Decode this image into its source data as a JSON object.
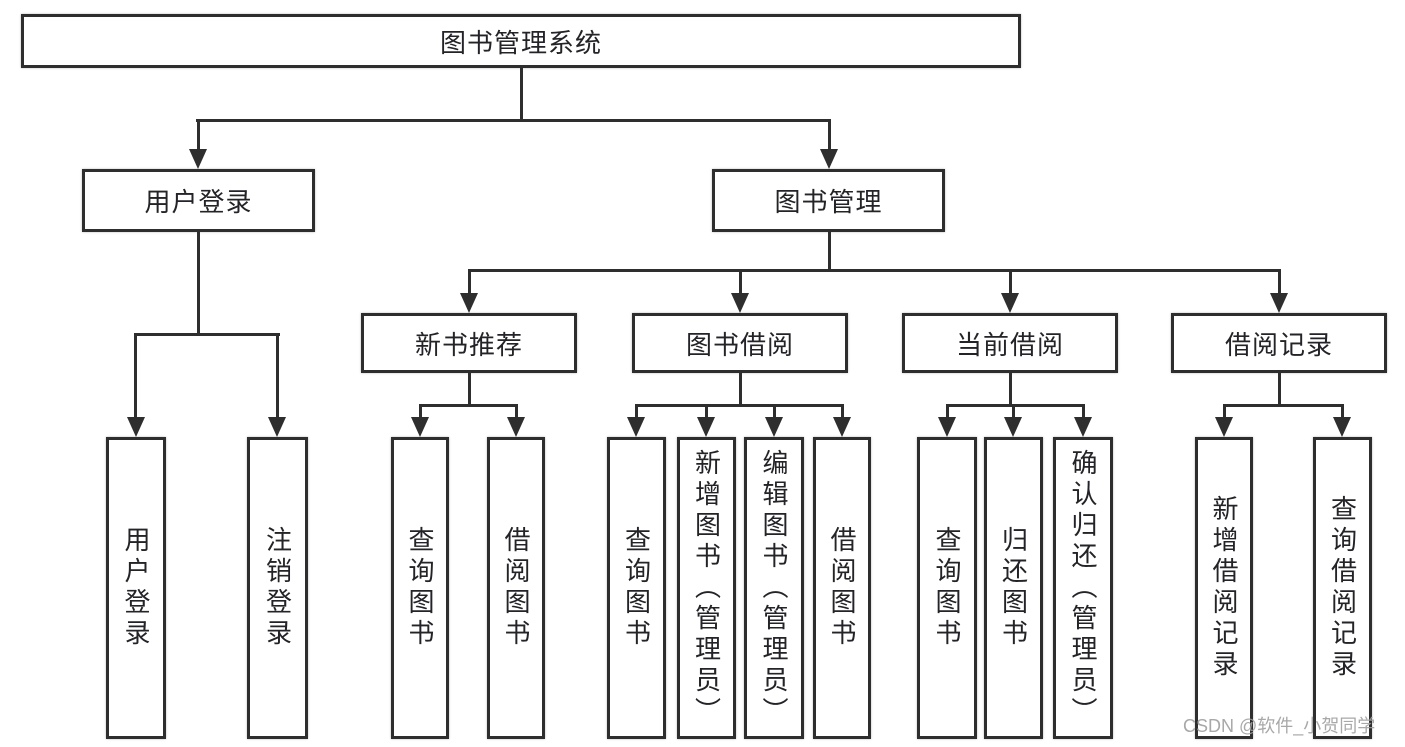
{
  "diagram": {
    "type": "hierarchy-tree",
    "colors": {
      "line": "#2e2e2e",
      "box_border": "#2e2e2e",
      "box_fill": "#ffffff",
      "text": "#232328",
      "watermark": "#9e9e9e",
      "background": "#ffffff"
    },
    "root": {
      "label": "图书管理系统"
    },
    "branches": [
      {
        "label": "用户登录",
        "children": [
          {
            "label": "用户登录"
          },
          {
            "label": "注销登录"
          }
        ]
      },
      {
        "label": "图书管理",
        "children": [
          {
            "label": "新书推荐",
            "children": [
              {
                "label": "查询图书"
              },
              {
                "label": "借阅图书"
              }
            ]
          },
          {
            "label": "图书借阅",
            "children": [
              {
                "label": "查询图书"
              },
              {
                "label": "新增图书（管理员）"
              },
              {
                "label": "编辑图书（管理员）"
              },
              {
                "label": "借阅图书"
              }
            ]
          },
          {
            "label": "当前借阅",
            "children": [
              {
                "label": "查询图书"
              },
              {
                "label": "归还图书"
              },
              {
                "label": "确认归还（管理员）"
              }
            ]
          },
          {
            "label": "借阅记录",
            "children": [
              {
                "label": "新增借阅记录"
              },
              {
                "label": "查询借阅记录"
              }
            ]
          }
        ]
      }
    ],
    "watermark": "CSDN @软件_小贺同学"
  }
}
